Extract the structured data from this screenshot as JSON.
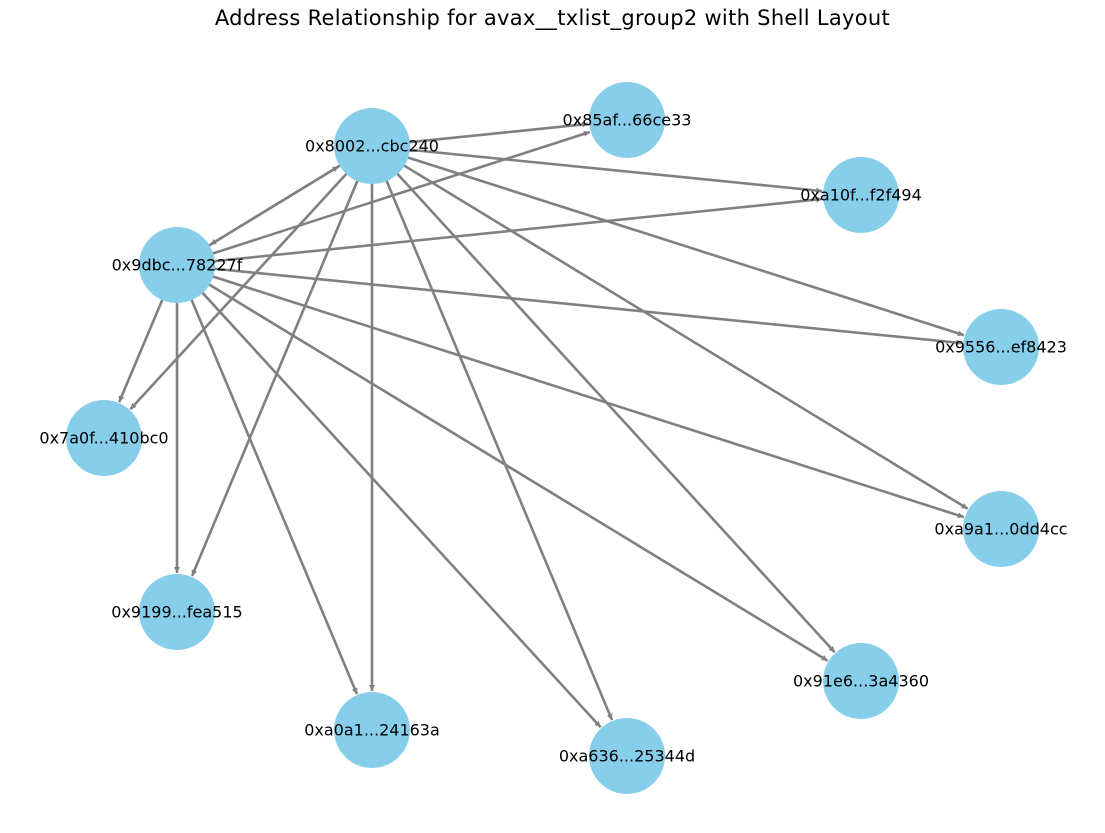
{
  "title": "Address Relationship for avax__txlist_group2 with Shell Layout",
  "colors": {
    "node": "#87ceeb",
    "edge": "#808080",
    "label": "#000000"
  },
  "nodes": [
    {
      "id": "n8002",
      "label": "0x8002...cbc240"
    },
    {
      "id": "n85af",
      "label": "0x85af...66ce33"
    },
    {
      "id": "na10f",
      "label": "0xa10f...f2f494"
    },
    {
      "id": "n9556",
      "label": "0x9556...ef8423"
    },
    {
      "id": "na9a1",
      "label": "0xa9a1...0dd4cc"
    },
    {
      "id": "n91e6",
      "label": "0x91e6...3a4360"
    },
    {
      "id": "na636",
      "label": "0xa636...25344d"
    },
    {
      "id": "na0a1",
      "label": "0xa0a1...24163a"
    },
    {
      "id": "n9199",
      "label": "0x9199...fea515"
    },
    {
      "id": "n7a0f",
      "label": "0x7a0f...410bc0"
    },
    {
      "id": "n9dbc",
      "label": "0x9dbc...78227f"
    }
  ],
  "edges": [
    {
      "from": "n8002",
      "to": "n85af"
    },
    {
      "from": "n8002",
      "to": "na10f"
    },
    {
      "from": "n8002",
      "to": "n9556"
    },
    {
      "from": "n8002",
      "to": "na9a1"
    },
    {
      "from": "n8002",
      "to": "n91e6"
    },
    {
      "from": "n8002",
      "to": "na636"
    },
    {
      "from": "n8002",
      "to": "na0a1"
    },
    {
      "from": "n8002",
      "to": "n9199"
    },
    {
      "from": "n8002",
      "to": "n7a0f"
    },
    {
      "from": "n8002",
      "to": "n9dbc"
    },
    {
      "from": "n9dbc",
      "to": "n8002"
    },
    {
      "from": "n9dbc",
      "to": "n85af"
    },
    {
      "from": "n9dbc",
      "to": "na10f"
    },
    {
      "from": "n9dbc",
      "to": "n9556"
    },
    {
      "from": "n9dbc",
      "to": "na9a1"
    },
    {
      "from": "n9dbc",
      "to": "n91e6"
    },
    {
      "from": "n9dbc",
      "to": "na636"
    },
    {
      "from": "n9dbc",
      "to": "na0a1"
    },
    {
      "from": "n9dbc",
      "to": "n9199"
    },
    {
      "from": "n9dbc",
      "to": "n7a0f"
    }
  ]
}
